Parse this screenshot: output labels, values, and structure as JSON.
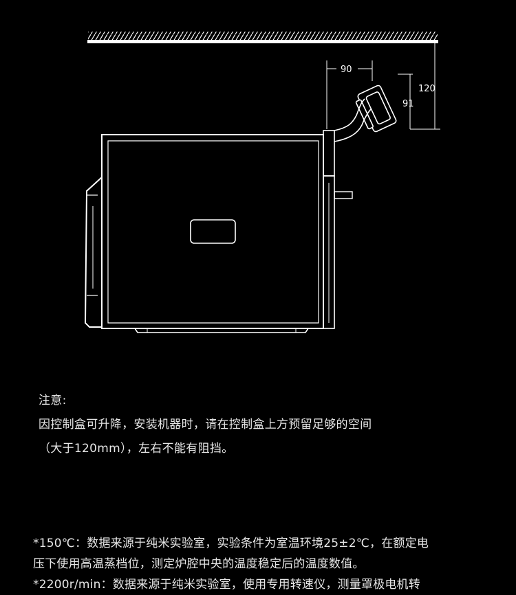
{
  "diagram": {
    "dimensions": {
      "width_label": "90",
      "panel_label": "91",
      "height_label": "120"
    },
    "colors": {
      "background": "#000000",
      "line": "#ffffff"
    }
  },
  "notes": {
    "heading": "注意:",
    "line1": "因控制盒可升降，安装机器时，请在控制盒上方预留足够的空间",
    "line2": "（大于120mm），左右不能有阻挡。"
  },
  "footnotes": {
    "line1": "*150℃：数据来源于纯米实验室，实验条件为室温环境25±2℃，在额定电",
    "line2": "压下使用高温蒸档位，测定炉腔中央的温度稳定后的温度数值。",
    "line3": "*2200r/min：数据来源于纯米实验室，使用专用转速仪，测量罩极电机转"
  }
}
